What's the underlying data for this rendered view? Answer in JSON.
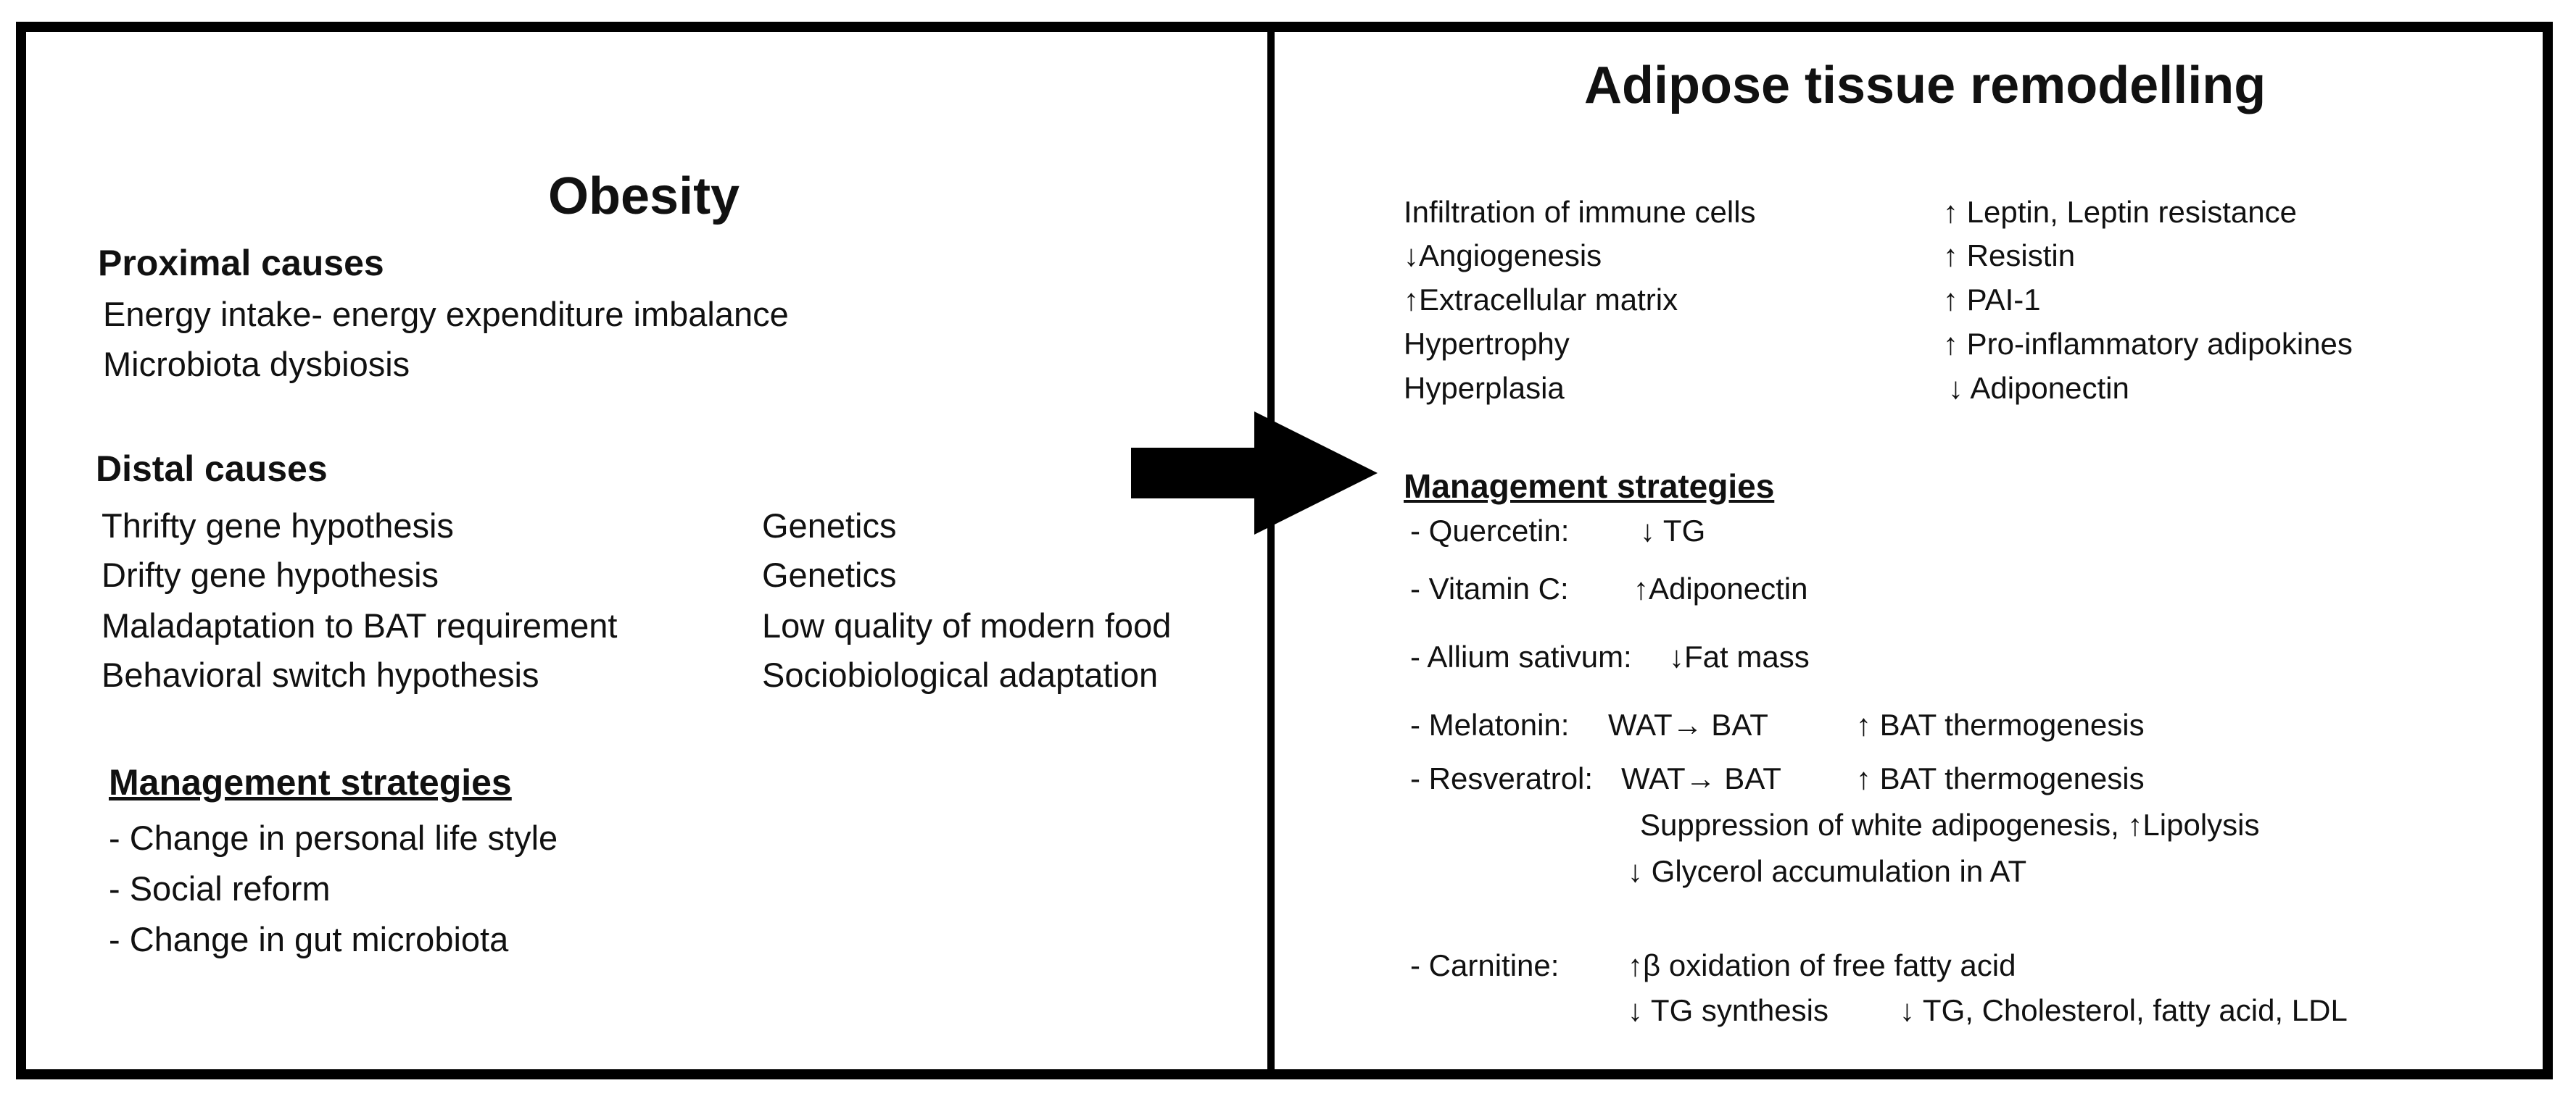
{
  "left": {
    "title": "Obesity",
    "proximal_heading": "Proximal causes",
    "proximal_items": [
      "Energy intake- energy expenditure imbalance",
      "Microbiota dysbiosis"
    ],
    "distal_heading": "Distal causes",
    "distal_rows": [
      {
        "cause": "Thrifty gene hypothesis",
        "factor": "Genetics"
      },
      {
        "cause": "Drifty gene hypothesis",
        "factor": "Genetics"
      },
      {
        "cause": "Maladaptation to BAT requirement",
        "factor": "Low quality of modern food"
      },
      {
        "cause": "Behavioral switch hypothesis",
        "factor": "Sociobiological adaptation"
      }
    ],
    "management_heading": "Management strategies",
    "management_items": [
      "- Change in personal life style",
      "- Social reform",
      "- Change in gut microbiota"
    ]
  },
  "right": {
    "title": "Adipose tissue remodelling",
    "remodel_left": [
      "Infiltration of immune cells",
      "↓Angiogenesis",
      "↑Extracellular matrix",
      "Hypertrophy",
      "Hyperplasia"
    ],
    "remodel_right": [
      "↑ Leptin,   Leptin resistance",
      "↑ Resistin",
      "↑ PAI-1",
      "↑ Pro-inflammatory adipokines",
      "↓ Adiponectin"
    ],
    "management_heading": "Management strategies",
    "strategies": {
      "quercetin": {
        "name": "- Quercetin:",
        "effect": "↓ TG"
      },
      "vitamin_c": {
        "name": "- Vitamin C:",
        "effect": "↑Adiponectin"
      },
      "allium": {
        "name": "- Allium sativum:",
        "effect": "↓Fat mass"
      },
      "melatonin": {
        "name": "- Melatonin:",
        "conversion": "WAT→ BAT",
        "effect": "↑ BAT thermogenesis"
      },
      "resveratrol": {
        "name": "- Resveratrol:",
        "conversion": "WAT→ BAT",
        "effect": "↑ BAT thermogenesis",
        "line2": "Suppression of white adipogenesis, ↑Lipolysis",
        "line3": "↓ Glycerol accumulation in AT"
      },
      "carnitine": {
        "name": "- Carnitine:",
        "line1": "↑β oxidation of free fatty acid",
        "line2a": "↓ TG synthesis",
        "line2b": "↓ TG, Cholesterol, fatty acid,  LDL"
      }
    }
  },
  "arrow_icon": "right-arrow-icon"
}
